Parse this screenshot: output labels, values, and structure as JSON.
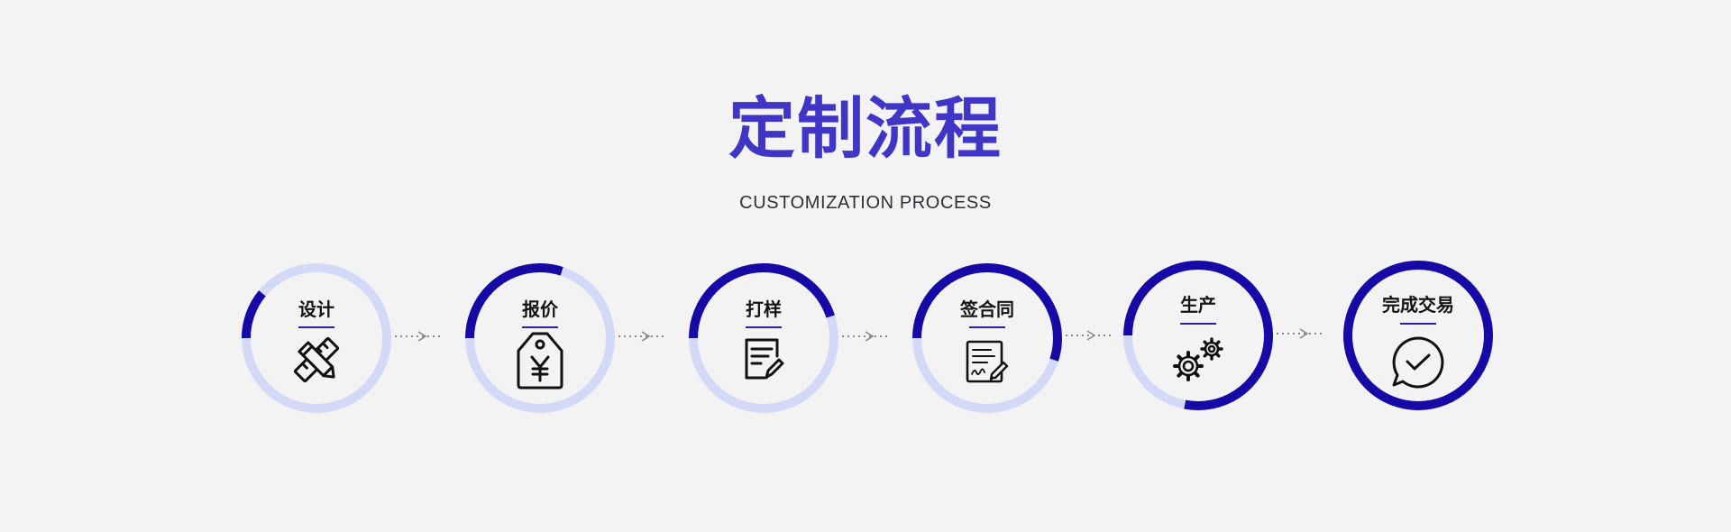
{
  "header": {
    "title": "定制流程",
    "subtitle": "CUSTOMIZATION PROCESS"
  },
  "colors": {
    "background": "#f3f3f4",
    "title": "#3f35c6",
    "ring_active": "#1609a6",
    "ring_track": "#d4d9f8",
    "underline": "#2a20ae",
    "connector": "#8a8a8a"
  },
  "steps": [
    {
      "label": "设计",
      "progress": 0.11,
      "icon": "pencil-ruler-icon"
    },
    {
      "label": "报价",
      "progress": 0.3,
      "icon": "price-tag-yen-icon"
    },
    {
      "label": "打样",
      "progress": 0.45,
      "icon": "edit-document-icon"
    },
    {
      "label": "签合同",
      "progress": 0.55,
      "icon": "signed-contract-icon"
    },
    {
      "label": "生产",
      "progress": 0.78,
      "icon": "gears-icon"
    },
    {
      "label": "完成交易",
      "progress": 1.0,
      "icon": "check-chat-icon"
    }
  ]
}
